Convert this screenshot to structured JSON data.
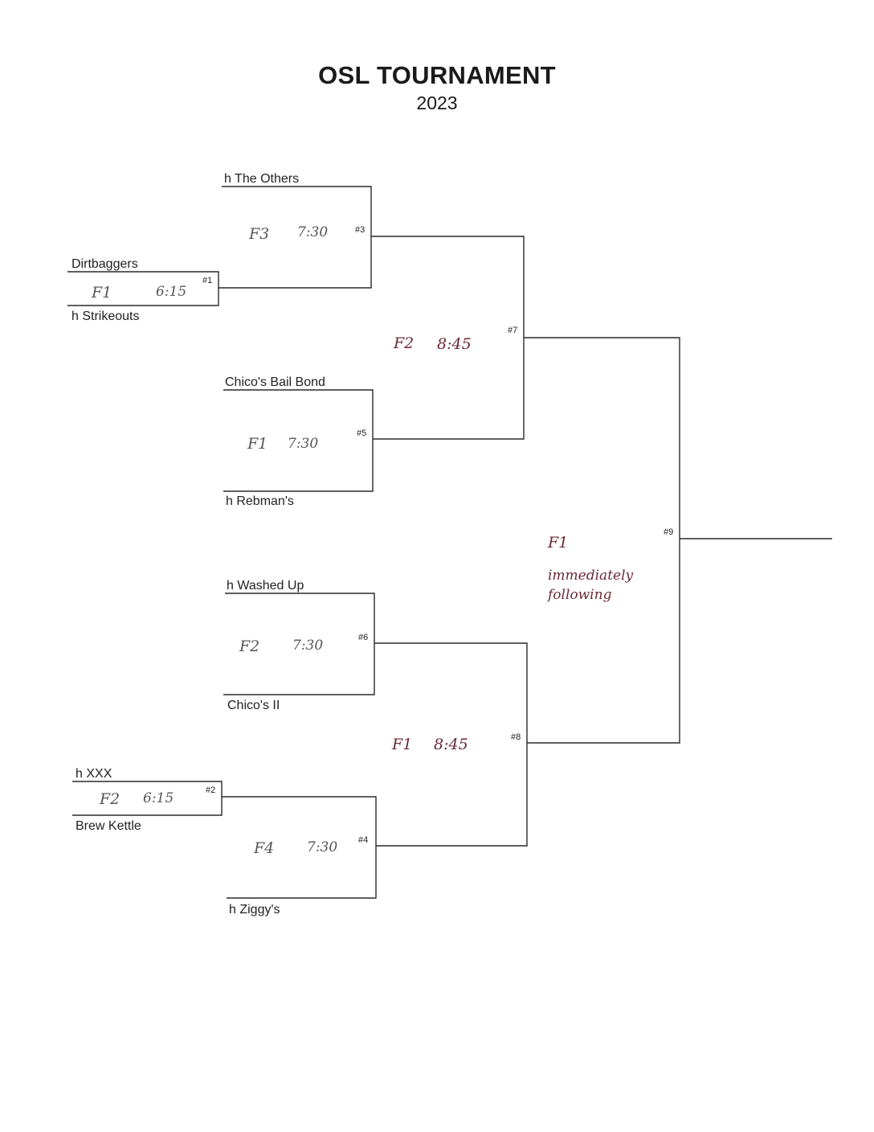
{
  "header": {
    "title": "OSL TOURNAMENT",
    "year": "2023"
  },
  "colors": {
    "ink": "#2a2a2a",
    "handwriting_gray": "#555555",
    "handwriting_maroon": "#6b2a35"
  },
  "games": {
    "g1": {
      "number": "#1",
      "top_team": "Dirtbaggers",
      "bottom_team": "h Strikeouts",
      "field": "F1",
      "time": "6:15"
    },
    "g2": {
      "number": "#2",
      "top_team": "h XXX",
      "bottom_team": "Brew Kettle",
      "field": "F2",
      "time": "6:15"
    },
    "g3": {
      "number": "#3",
      "top_team": "h The Others",
      "field": "F3",
      "time": "7:30"
    },
    "g4": {
      "number": "#4",
      "bottom_team": "h Ziggy's",
      "field": "F4",
      "time": "7:30"
    },
    "g5": {
      "number": "#5",
      "top_team": "Chico's Bail Bond",
      "bottom_team": "h Rebman's",
      "field": "F1",
      "time": "7:30"
    },
    "g6": {
      "number": "#6",
      "top_team": "h Washed Up",
      "bottom_team": "Chico's II",
      "field": "F2",
      "time": "7:30"
    },
    "g7": {
      "number": "#7",
      "field": "F2",
      "time": "8:45"
    },
    "g8": {
      "number": "#8",
      "field": "F1",
      "time": "8:45"
    },
    "g9": {
      "number": "#9",
      "field": "F1",
      "note_line1": "immediately",
      "note_line2": "following"
    }
  }
}
